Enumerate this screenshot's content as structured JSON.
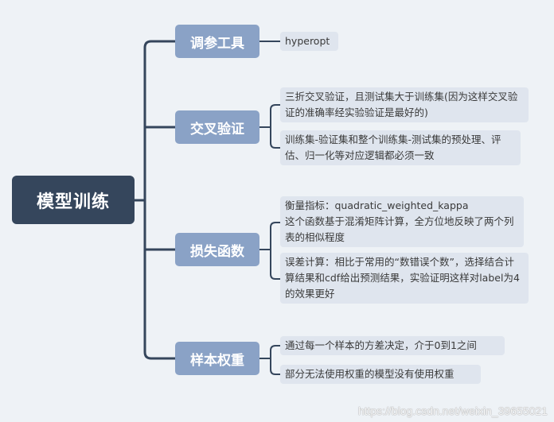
{
  "root": {
    "label": "模型训练"
  },
  "branches": [
    {
      "label": "调参工具",
      "leaves": [
        "hyperopt"
      ]
    },
    {
      "label": "交叉验证",
      "leaves": [
        "三折交叉验证，且测试集大于训练集(因为这样交叉验证的准确率经实验验证是最好的)",
        "训练集-验证集和整个训练集-测试集的预处理、评估、归一化等对应逻辑都必须一致"
      ]
    },
    {
      "label": "损失函数",
      "leaves": [
        "衡量指标：quadratic_weighted_kappa\n这个函数基于混淆矩阵计算，全方位地反映了两个列表的相似程度",
        "误差计算：相比于常用的“数错误个数”，选择结合计算结果和cdf给出预测结果，实验证明这样对label为4的效果更好"
      ]
    },
    {
      "label": "样本权重",
      "leaves": [
        "通过每一个样本的方差决定，介于0到1之间",
        "部分无法使用权重的模型没有使用权重"
      ]
    }
  ],
  "watermark": "https://blog.csdn.net/weixin_39655021",
  "colors": {
    "root": "#35465c",
    "branch": "#8aa2c6",
    "leaf": "#dfe5ee",
    "line": "#35465c",
    "background": "#eef2f6"
  }
}
